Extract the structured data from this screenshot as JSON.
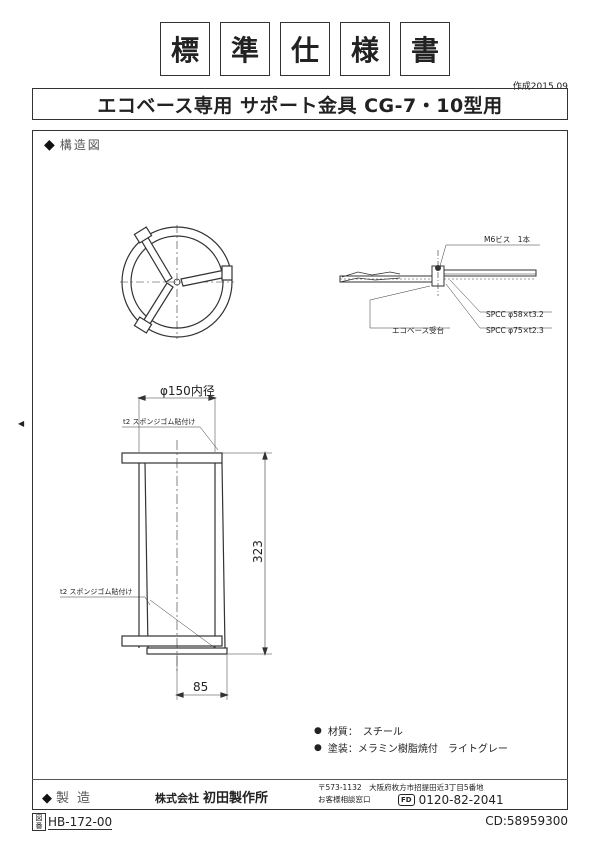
{
  "header": {
    "title_chars": [
      "標",
      "準",
      "仕",
      "様",
      "書"
    ],
    "date": "作成2015.09",
    "product_title": "エコベース専用 サポート金具 CG-7・10型用"
  },
  "structure_section": {
    "label": "構造図"
  },
  "drawing": {
    "screw_label": "M6ビス　1本",
    "spcc_upper": "SPCC φ58×t3.2",
    "spcc_lower": "SPCC φ75×t2.3",
    "base_label": "エコベース受台",
    "inner_diameter": "φ150内径",
    "sponge_top": "t2 スポンジゴム貼付け",
    "sponge_bottom": "t2 スポンジゴム貼付け",
    "height_dim": "323",
    "width_dim": "85"
  },
  "notes": {
    "material": "材質：　スチール",
    "finish": "塗装：メラミン樹脂焼付　ライトグレー"
  },
  "footer": {
    "maker_label": "製造",
    "company_prefix": "株式会社",
    "company_name": "初田製作所",
    "address": "〒573-1132　大阪府枚方市招提田近3丁目5番地",
    "contact_label": "お客様相談窓口",
    "fd_icon": "FD",
    "phone": "0120-82-2041",
    "drawing_tag": "図番",
    "drawing_no": "HB-172-00",
    "cd": "CD:58959300"
  }
}
